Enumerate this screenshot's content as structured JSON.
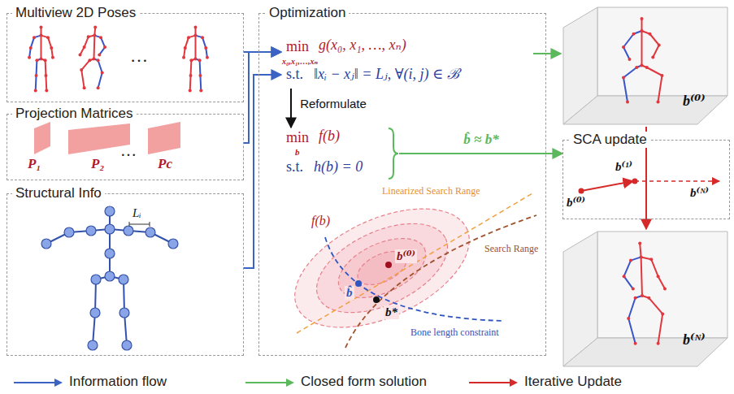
{
  "diagram": {
    "nodes": [
      {
        "text": [
          "Multiview 2D Poses"
        ]
      },
      {
        "text": [
          "Projection Matrices"
        ]
      },
      {
        "text": [
          "Structural Info"
        ]
      },
      {
        "text": [
          "Optimization"
        ]
      },
      {
        "text": [
          "min",
          "x₀,x₁,…,xₙ",
          "g(x₀, x₁, …, xₙ)",
          "s.t.",
          "‖xᵢ − xⱼ‖ = Lⱼ, ∀(i, j) ∈ ℬ"
        ],
        "in": 3
      },
      {
        "text": [
          "min",
          "b",
          "f(b)",
          "s.t.",
          "h(b) = 0"
        ],
        "in": 3
      },
      {
        "text": [
          "b⁽⁰⁾"
        ]
      },
      {
        "text": [
          "SCA update",
          "b⁽⁰⁾",
          "b⁽¹⁾",
          "b⁽ᴺ⁾"
        ]
      },
      {
        "text": [
          "b⁽ᴺ⁾"
        ]
      }
    ],
    "edges": [
      {
        "from": 0,
        "to": 4,
        "arrow": "to"
      },
      {
        "from": 1,
        "to": 4,
        "arrow": "to"
      },
      {
        "from": 2,
        "to": 4,
        "arrow": "to"
      },
      {
        "from": 4,
        "to": 5,
        "arrow": "to",
        "label": "Reformulate"
      },
      {
        "from": 4,
        "to": 6,
        "arrow": "to"
      },
      {
        "from": 5,
        "to": 7,
        "arrow": "to",
        "label": "b̂ ≈ b*"
      },
      {
        "from": 6,
        "to": 8,
        "arrow": "to"
      }
    ],
    "labels": [
      "…",
      "P₁",
      "P₂",
      "…",
      "Pc",
      "Lᵢ",
      "f(b)",
      "Linearized Search Range",
      "Search Range",
      "Bone length constraint",
      "b⁽⁰⁾",
      "b̂",
      "b*"
    ],
    "legend": [
      {
        "text": "Information flow"
      },
      {
        "text": "Closed form solution"
      },
      {
        "text": "Iterative Update"
      }
    ]
  }
}
